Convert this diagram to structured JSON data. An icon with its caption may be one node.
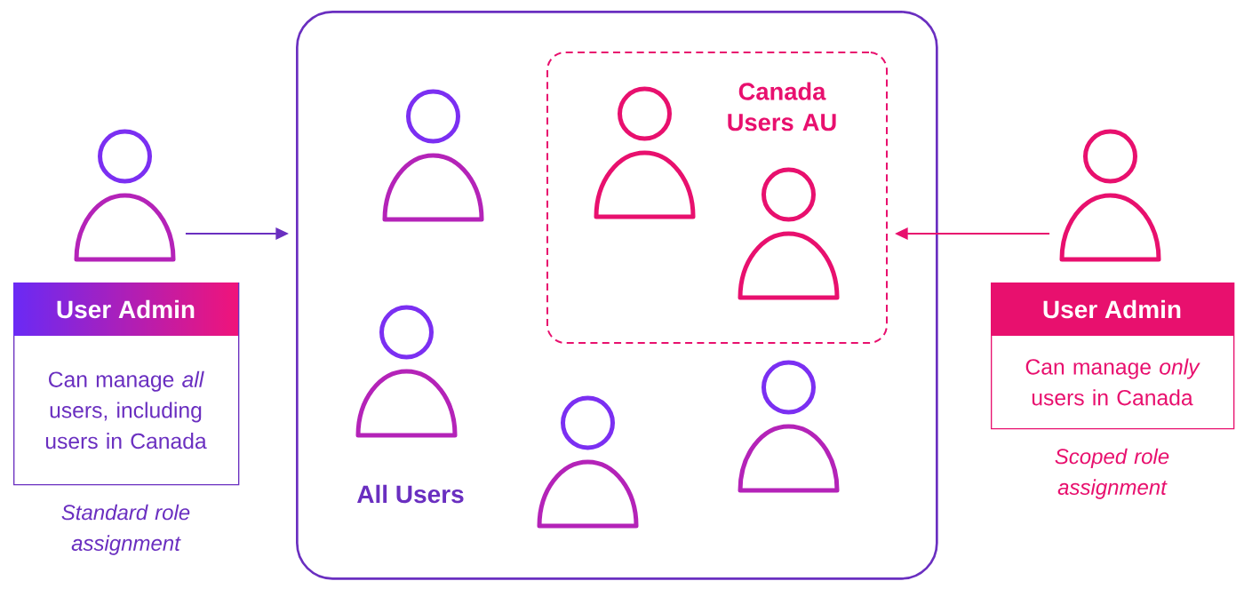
{
  "diagram": {
    "nodes": [
      {
        "text": [],
        "shape": "person"
      },
      {
        "text": [
          "User Admin",
          "Can manage *all* users, including users in Canada"
        ],
        "beside": [
          "Standard role assignment"
        ]
      },
      {
        "text": [
          "All Users"
        ]
      },
      {
        "text": [],
        "shape": "person",
        "in": 2
      },
      {
        "text": [
          "Canada Users AU"
        ],
        "in": 2
      },
      {
        "text": [],
        "shape": "person",
        "in": 4
      },
      {
        "text": [],
        "shape": "person",
        "in": 4
      },
      {
        "text": [],
        "shape": "person",
        "in": 2
      },
      {
        "text": [],
        "shape": "person",
        "in": 2
      },
      {
        "text": [],
        "shape": "person",
        "in": 2
      },
      {
        "text": [],
        "shape": "person"
      },
      {
        "text": [
          "User Admin",
          "Can manage *only* users in Canada"
        ],
        "beside": [
          "Scoped role assignment"
        ]
      }
    ],
    "edges": [
      {
        "from": 0,
        "to": 2,
        "arrow": "to"
      },
      {
        "from": 10,
        "to": 4,
        "arrow": "to",
        "color": "#e8106e"
      }
    ]
  }
}
